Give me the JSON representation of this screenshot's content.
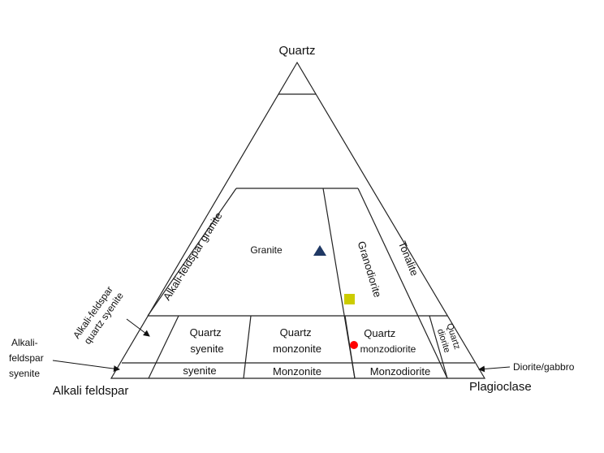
{
  "vertices": {
    "top": "Quartz",
    "left": "Alkali feldspar",
    "right": "Plagioclase"
  },
  "fields": {
    "alkali_feldspar_granite": "Alkali-feldspar granite",
    "granite": "Granite",
    "granodiorite": "Granodiorite",
    "tonalite": "Tonalite",
    "quartz_syenite": [
      "Quartz",
      "syenite"
    ],
    "quartz_monzonite": [
      "Quartz",
      "monzonite"
    ],
    "quartz_monzodiorite": [
      "Quartz",
      "monzodiorite"
    ],
    "quartz_diorite": [
      "Quartz",
      "diorite"
    ],
    "syenite": "syenite",
    "monzonite": "Monzonite",
    "monzodiorite": "Monzodiorite"
  },
  "callouts": {
    "alkali_feldspar_quartz_syenite": [
      "Alkali-feldspar",
      "quartz syenite"
    ],
    "alkali_feldspar_syenite": [
      "Alkali-",
      "feldspar",
      "syenite"
    ],
    "diorite_gabbro": "Diorite/gabbro"
  },
  "markers": [
    {
      "shape": "triangle",
      "color": "#1f3864",
      "field": "Granite"
    },
    {
      "shape": "square",
      "color": "#cccc00",
      "field": "Granodiorite"
    },
    {
      "shape": "circle",
      "color": "#ff0000",
      "field": "Quartz monzodiorite"
    }
  ]
}
